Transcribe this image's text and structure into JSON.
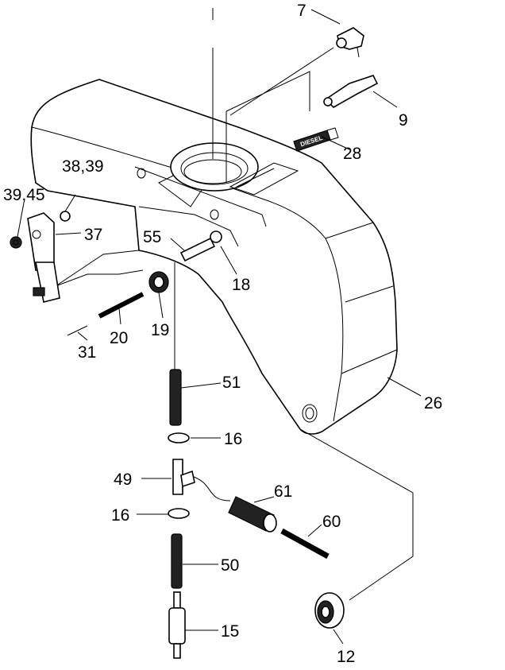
{
  "diagram": {
    "title": "Fuel tank exploded parts view",
    "badge_text": "DIESEL",
    "labels": {
      "p7": "7",
      "p9": "9",
      "p28": "28",
      "p38_39": "38,39",
      "p39_45": "39,45",
      "p37": "37",
      "p55": "55",
      "p18": "18",
      "p19": "19",
      "p20": "20",
      "p31": "31",
      "p51": "51",
      "p26": "26",
      "p16a": "16",
      "p49": "49",
      "p61": "61",
      "p60": "60",
      "p16b": "16",
      "p50": "50",
      "p15": "15",
      "p12": "12"
    }
  }
}
